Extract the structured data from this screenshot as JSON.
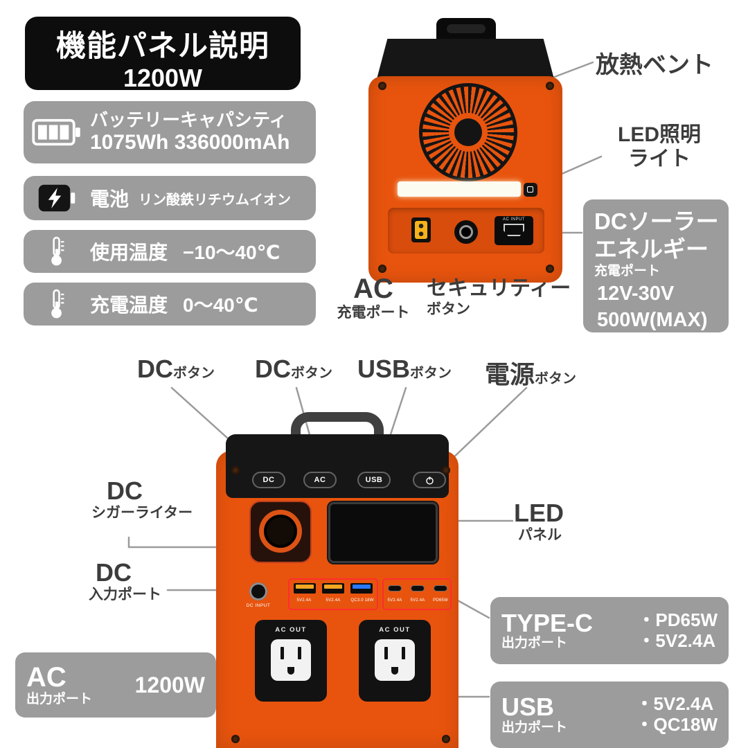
{
  "colors": {
    "orange": "#e8540e",
    "panel-gray": "#9c9c9c",
    "badge-black": "#0d0d0d",
    "line-gray": "#9b9b9b",
    "label-dark": "#3c3c3c",
    "port-red": "#ff2d2d",
    "usb-orange": "#f5a623",
    "usb-blue": "#2979ff",
    "xt-yellow": "#f6b21a"
  },
  "header": {
    "title": "機能パネル説明",
    "subtitle": "1200W"
  },
  "specs": {
    "capacity": {
      "line1": "バッテリーキャパシティ",
      "line2": "1075Wh 336000mAh"
    },
    "battery": {
      "label": "電池",
      "value": "リン酸鉄リチウムイオン"
    },
    "use_temp": {
      "label": "使用温度",
      "value": "−10〜40℃"
    },
    "charge_temp": {
      "label": "充電温度",
      "value": "0〜40℃"
    }
  },
  "back": {
    "vent_label": "放熱ベント",
    "led_label_1": "LED照明",
    "led_label_2": "ライト",
    "solar": {
      "title1": "DCソーラー",
      "title2": "エネルギー",
      "sub": "充電ポート",
      "spec1": "12V-30V",
      "spec2": "500W(MAX)"
    },
    "ac": {
      "big": "AC",
      "small": "充電ポート"
    },
    "security": {
      "big": "セキュリティー",
      "small": "ボタン"
    },
    "ac_input_label": "AC INPUT"
  },
  "front": {
    "button_callouts": [
      {
        "big": "DC",
        "small": "ボタン"
      },
      {
        "big": "DC",
        "small": "ボタン"
      },
      {
        "big": "USB",
        "small": "ボタン"
      },
      {
        "big": "電源",
        "small": "ボタン"
      }
    ],
    "device_buttons": [
      "DC",
      "AC",
      "USB"
    ],
    "cigarette": {
      "big": "DC",
      "small": "シガーライター"
    },
    "dc_input": {
      "big": "DC",
      "small": "入力ポート"
    },
    "led_panel": {
      "big": "LED",
      "small": "パネル"
    },
    "dc_in_port_label": "DC INPUT",
    "usb_a_labels": [
      "5V2.4A",
      "5V2.4A",
      "QC3.0 18W"
    ],
    "usb_c_labels": [
      "5V2.4A",
      "5V2.4A",
      "PD65W"
    ],
    "ac_out_label": "AC OUT"
  },
  "boxes": {
    "type_c": {
      "title": "TYPE-C",
      "sub": "出力ポート",
      "item1": "・PD65W",
      "item2": "・5V2.4A"
    },
    "usb": {
      "title": "USB",
      "sub": "出力ポート",
      "item1": "・5V2.4A",
      "item2": "・QC18W"
    },
    "ac": {
      "title": "AC",
      "sub": "出力ポート",
      "value": "1200W"
    }
  }
}
